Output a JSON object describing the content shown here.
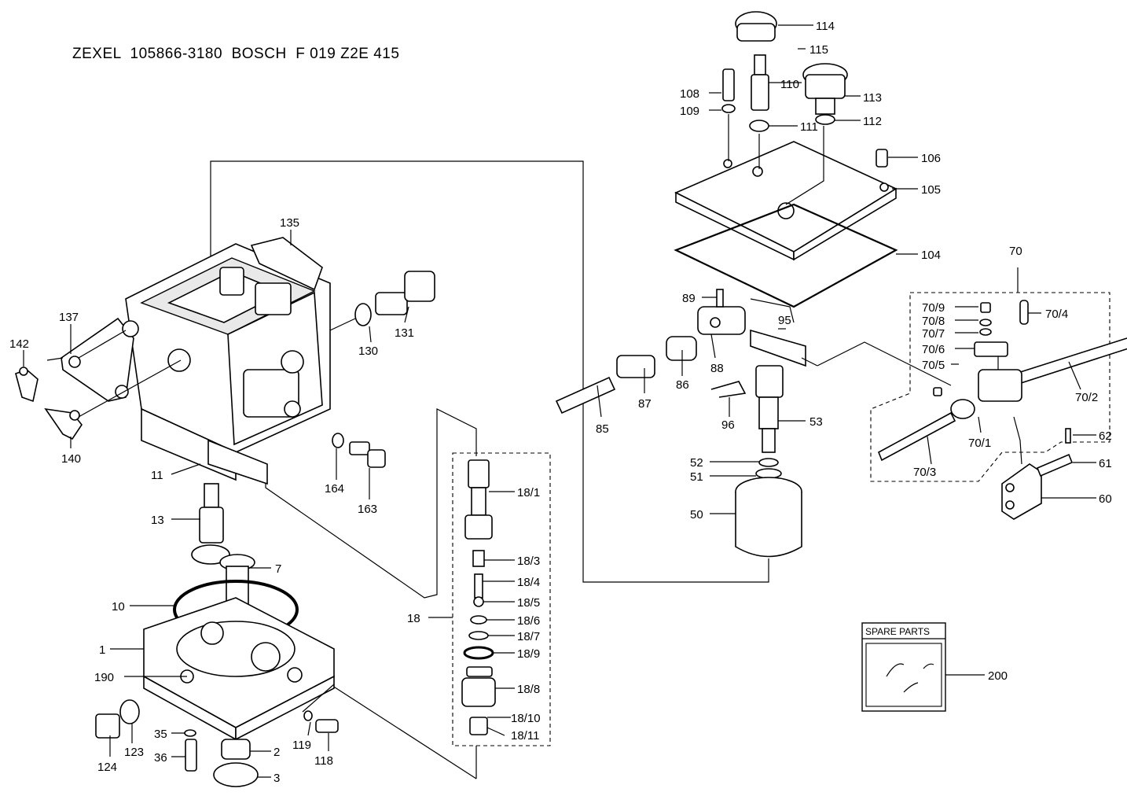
{
  "header": {
    "title": "ZEXEL  105866-3180  BOSCH  F 019 Z2E 415"
  },
  "labels": {
    "l1": "1",
    "l2": "2",
    "l3": "3",
    "l7": "7",
    "l10": "10",
    "l11": "11",
    "l13": "13",
    "l18": "18",
    "l18_1": "18/1",
    "l18_3": "18/3",
    "l18_4": "18/4",
    "l18_5": "18/5",
    "l18_6": "18/6",
    "l18_7": "18/7",
    "l18_9": "18/9",
    "l18_8": "18/8",
    "l18_10": "18/10",
    "l18_11": "18/11",
    "l35": "35",
    "l36": "36",
    "l50": "50",
    "l51": "51",
    "l52": "52",
    "l53": "53",
    "l60": "60",
    "l61": "61",
    "l62": "62",
    "l70": "70",
    "l70_1": "70/1",
    "l70_2": "70/2",
    "l70_3": "70/3",
    "l70_4": "70/4",
    "l70_5": "70/5",
    "l70_6": "70/6",
    "l70_7": "70/7",
    "l70_8": "70/8",
    "l70_9": "70/9",
    "l85": "85",
    "l86": "86",
    "l87": "87",
    "l88": "88",
    "l89": "89",
    "l95": "95",
    "l96": "96",
    "l104": "104",
    "l105": "105",
    "l106": "106",
    "l108": "108",
    "l109": "109",
    "l110": "110",
    "l111": "111",
    "l112": "112",
    "l113": "113",
    "l114": "114",
    "l115": "115",
    "l118": "118",
    "l119": "119",
    "l123": "123",
    "l124": "124",
    "l130": "130",
    "l131": "131",
    "l135": "135",
    "l137": "137",
    "l140": "140",
    "l142": "142",
    "l163": "163",
    "l164": "164",
    "l190": "190",
    "l200": "200"
  },
  "spare_parts": {
    "title": "SPARE PARTS"
  }
}
